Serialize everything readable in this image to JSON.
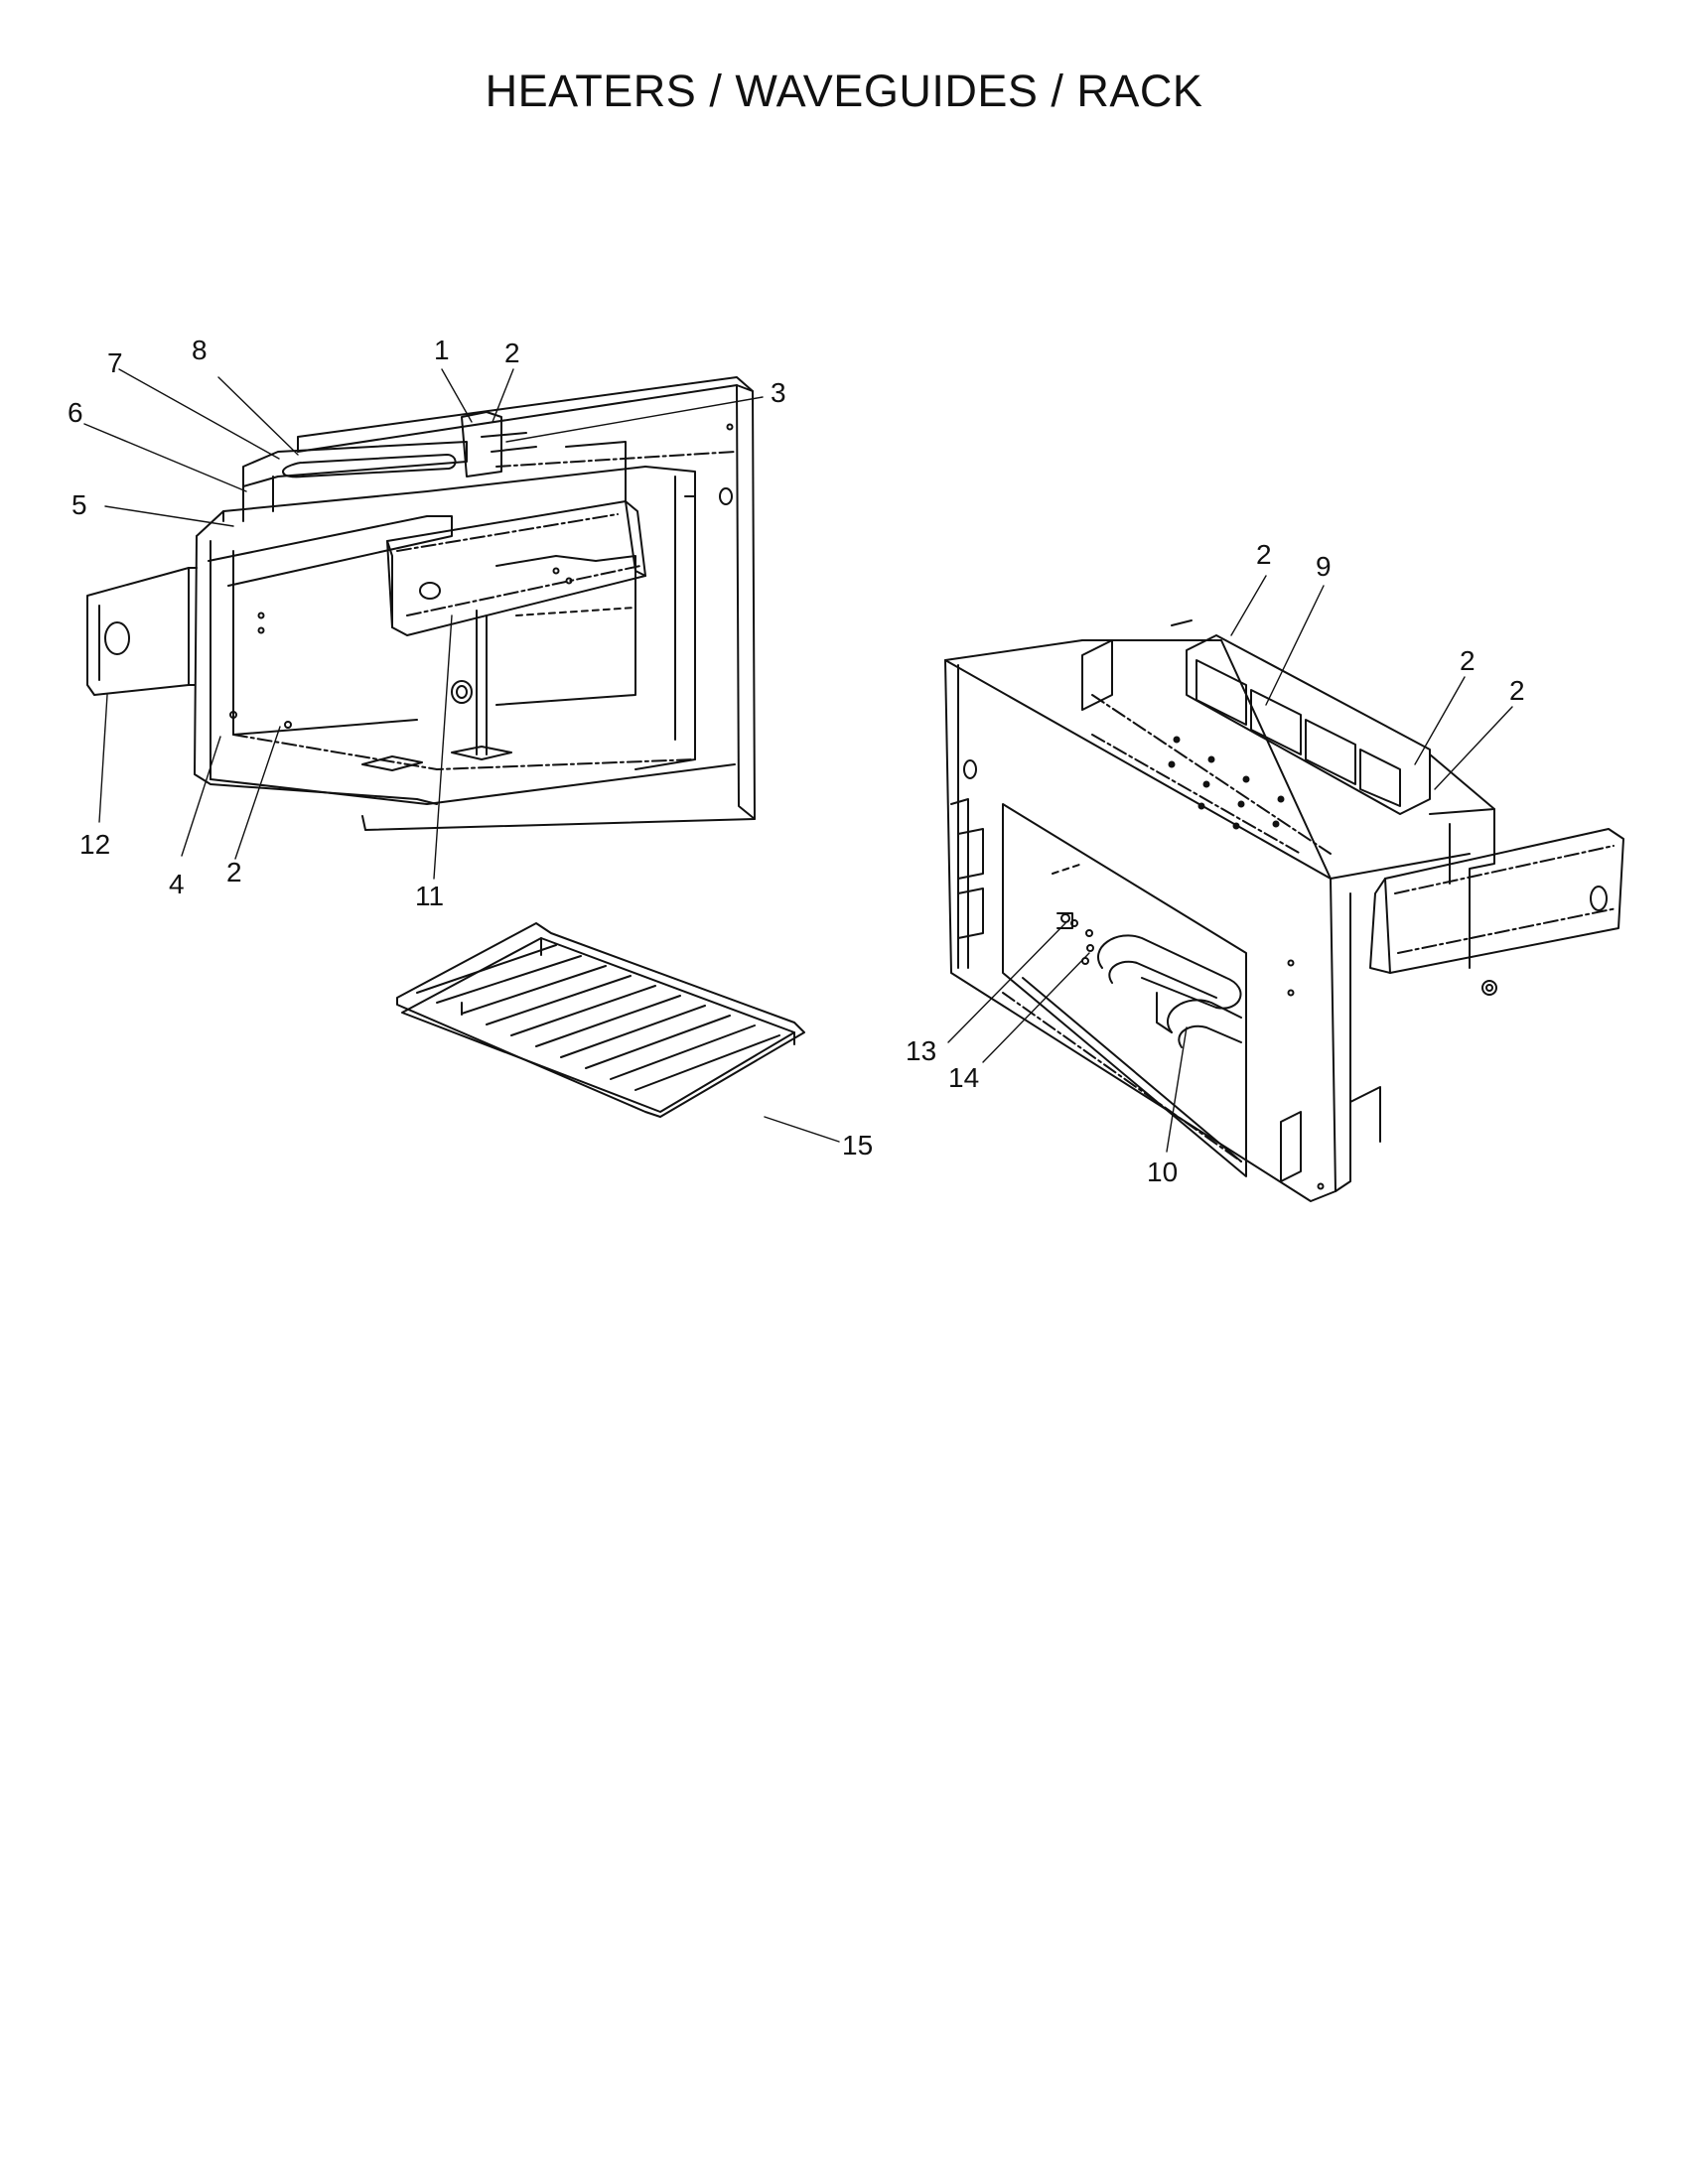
{
  "title": "HEATERS / WAVEGUIDES / RACK",
  "callouts": [
    {
      "id": "cl-1",
      "label": "1"
    },
    {
      "id": "cl-2a",
      "label": "2"
    },
    {
      "id": "cl-3",
      "label": "3"
    },
    {
      "id": "cl-5",
      "label": "5"
    },
    {
      "id": "cl-6",
      "label": "6"
    },
    {
      "id": "cl-7",
      "label": "7"
    },
    {
      "id": "cl-8",
      "label": "8"
    },
    {
      "id": "cl-12",
      "label": "12"
    },
    {
      "id": "cl-4",
      "label": "4"
    },
    {
      "id": "cl-2b",
      "label": "2"
    },
    {
      "id": "cl-11",
      "label": "11"
    },
    {
      "id": "cl-2c",
      "label": "2"
    },
    {
      "id": "cl-9",
      "label": "9"
    },
    {
      "id": "cl-2d",
      "label": "2"
    },
    {
      "id": "cl-2e",
      "label": "2"
    },
    {
      "id": "cl-13",
      "label": "13"
    },
    {
      "id": "cl-14",
      "label": "14"
    },
    {
      "id": "cl-10",
      "label": "10"
    },
    {
      "id": "cl-15",
      "label": "15"
    }
  ]
}
